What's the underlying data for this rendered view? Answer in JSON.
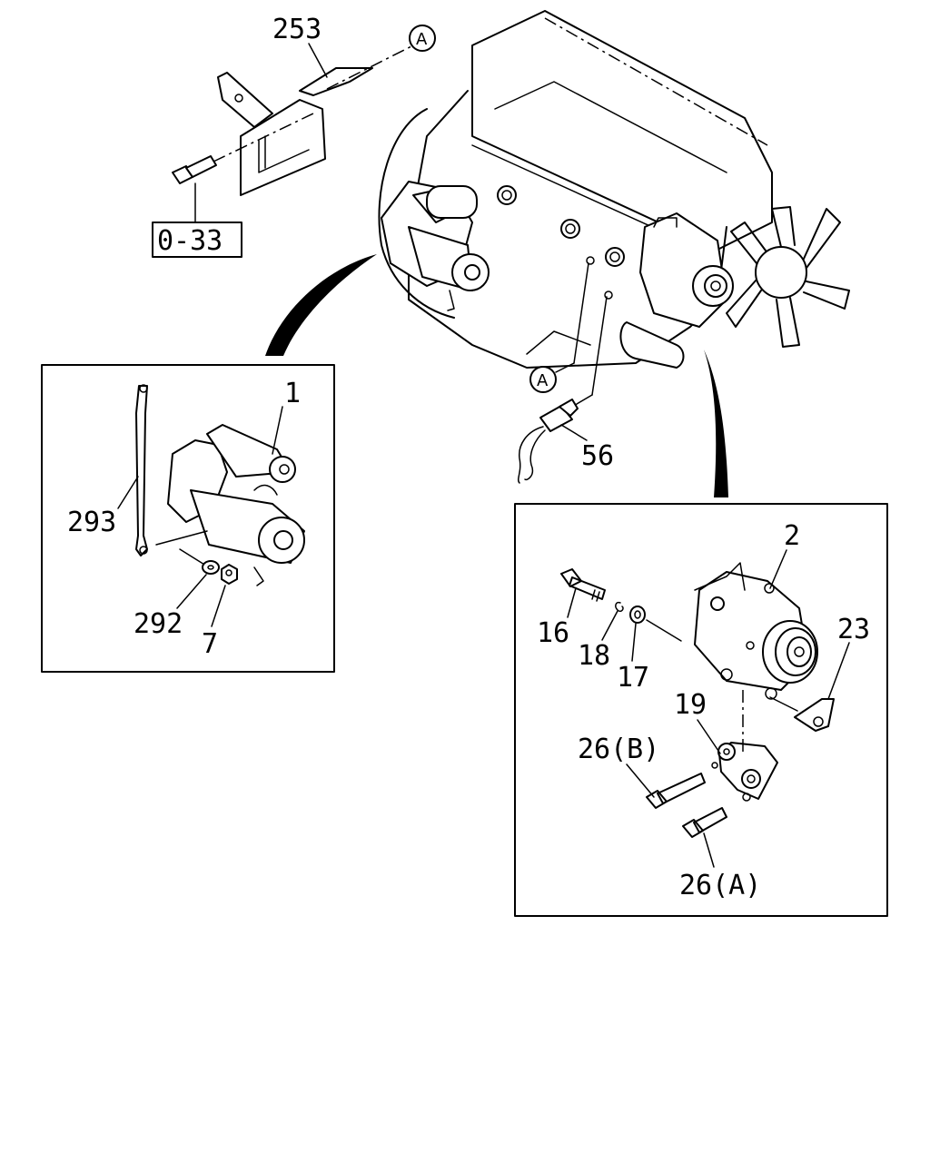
{
  "callouts": {
    "c253": "253",
    "c033": "0-33",
    "c1": "1",
    "c293": "293",
    "c292": "292",
    "c7": "7",
    "c56": "56",
    "c2": "2",
    "c23": "23",
    "c16": "16",
    "c18": "18",
    "c17": "17",
    "c19": "19",
    "c26b": "26(B)",
    "c26a": "26(A)"
  },
  "refs": {
    "top": "A",
    "sensor": "A"
  }
}
